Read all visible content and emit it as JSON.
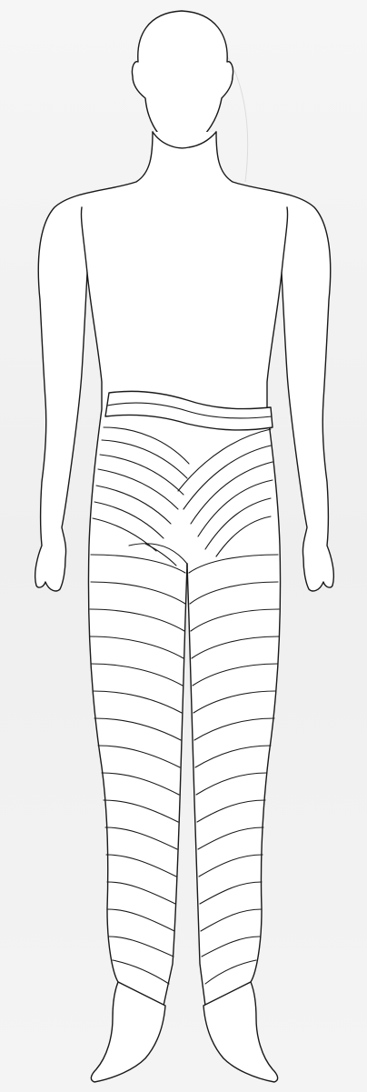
{
  "diagram": {
    "subject": "human-figure-front",
    "bandage_turns_left_leg": 22,
    "bandage_turns_right_leg": 22,
    "bandage_turns_groin": 9,
    "colors": {
      "line": "#1a1a1a",
      "background": "#f2f2f2",
      "figure_fill": "#ffffff",
      "ghost_lines": "#dcdcdc"
    }
  }
}
